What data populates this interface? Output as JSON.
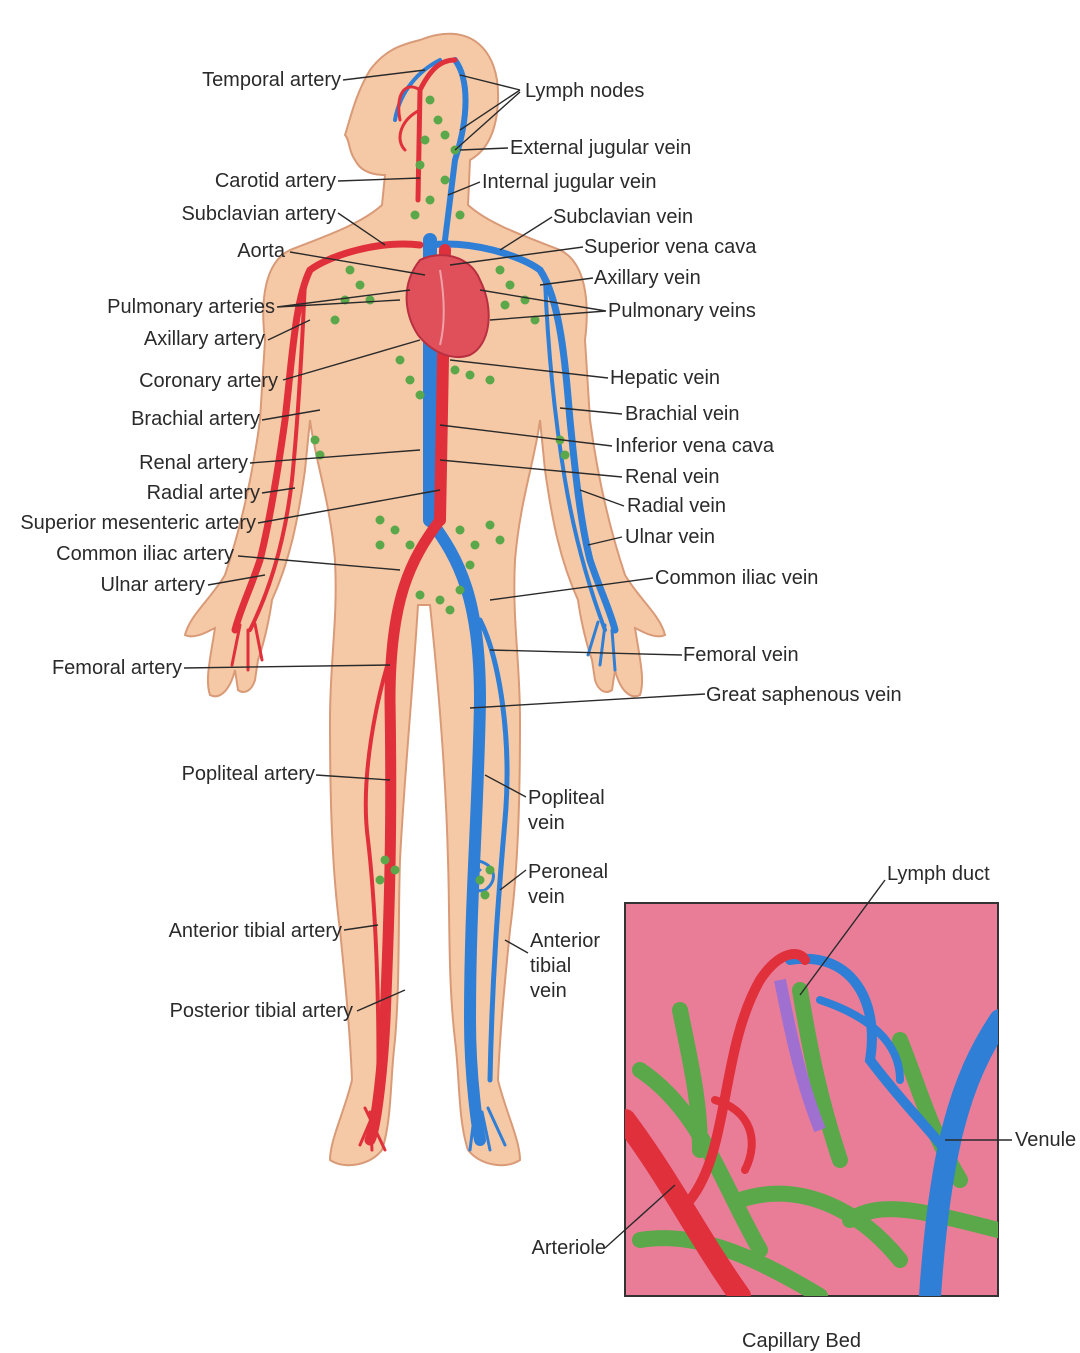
{
  "colors": {
    "skin": "#f6c9a6",
    "skin_outline": "#d99a78",
    "artery": "#e0303c",
    "vein": "#2f7fd6",
    "lymph": "#5aa84a",
    "heart": "#e0505a",
    "capillary_bg": "#e97d98",
    "lymph_duct": "#a070d0",
    "text": "#2a2a2a"
  },
  "labels": {
    "left": {
      "temporal_artery": "Temporal artery",
      "carotid_artery": "Carotid artery",
      "subclavian_artery": "Subclavian artery",
      "aorta": "Aorta",
      "pulmonary_arteries": "Pulmonary arteries",
      "axillary_artery": "Axillary artery",
      "coronary_artery": "Coronary artery",
      "brachial_artery": "Brachial artery",
      "renal_artery": "Renal artery",
      "radial_artery": "Radial artery",
      "superior_mesenteric_artery": "Superior mesenteric artery",
      "common_iliac_artery": "Common iliac artery",
      "ulnar_artery": "Ulnar artery",
      "femoral_artery": "Femoral artery",
      "popliteal_artery": "Popliteal artery",
      "anterior_tibial_artery": "Anterior tibial artery",
      "posterior_tibial_artery": "Posterior tibial artery"
    },
    "right": {
      "lymph_nodes": "Lymph nodes",
      "external_jugular_vein": "External jugular vein",
      "internal_jugular_vein": "Internal jugular vein",
      "subclavian_vein": "Subclavian vein",
      "superior_vena_cava": "Superior vena cava",
      "axillary_vein": "Axillary vein",
      "pulmonary_veins": "Pulmonary veins",
      "hepatic_vein": "Hepatic vein",
      "brachial_vein": "Brachial vein",
      "inferior_vena_cava": "Inferior vena cava",
      "renal_vein": "Renal vein",
      "radial_vein": "Radial vein",
      "ulnar_vein": "Ulnar vein",
      "common_iliac_vein": "Common iliac vein",
      "femoral_vein": "Femoral vein",
      "great_saphenous_vein": "Great saphenous vein",
      "popliteal_vein": "Popliteal\nvein",
      "peroneal_vein": "Peroneal\nvein",
      "anterior_tibial_vein": "Anterior\ntibial\nvein"
    },
    "inset": {
      "lymph_duct": "Lymph duct",
      "venule": "Venule",
      "arteriole": "Arteriole",
      "caption": "Capillary Bed"
    }
  }
}
